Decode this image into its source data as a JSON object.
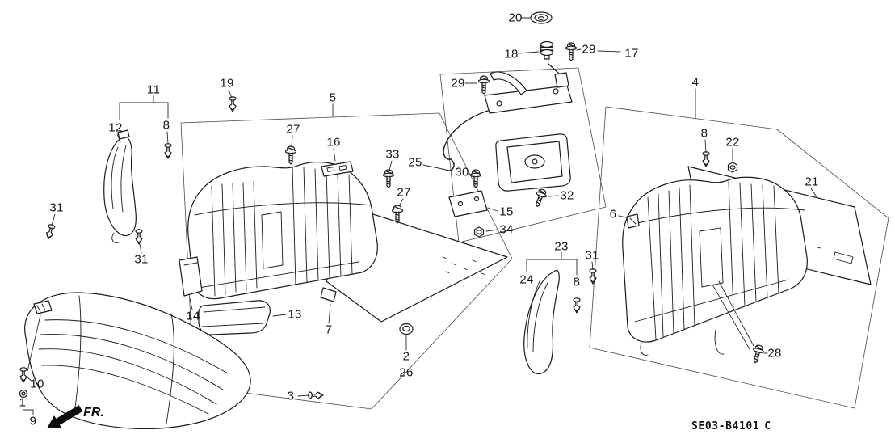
{
  "diagram": {
    "code": "SE03-B4101",
    "code_suffix": "C",
    "fr_label": "FR.",
    "callouts": {
      "c1": "1",
      "c2": "2",
      "c3": "3",
      "c4": "4",
      "c5": "5",
      "c6": "6",
      "c7": "7",
      "c8a": "8",
      "c8b": "8",
      "c8c": "8",
      "c9": "9",
      "c10": "10",
      "c11": "11",
      "c12": "12",
      "c13": "13",
      "c14": "14",
      "c15": "15",
      "c16": "16",
      "c17": "17",
      "c18": "18",
      "c19": "19",
      "c20": "20",
      "c21": "21",
      "c22": "22",
      "c23": "23",
      "c24": "24",
      "c25": "25",
      "c26": "26",
      "c27a": "27",
      "c27b": "27",
      "c28": "28",
      "c29a": "29",
      "c29b": "29",
      "c30": "30",
      "c31a": "31",
      "c31b": "31",
      "c31c": "31",
      "c32": "32",
      "c33": "33",
      "c34": "34"
    },
    "icons": {
      "grommet": "grommet-icon",
      "screw": "screw-icon",
      "clip": "push-clip-icon",
      "nut": "nut-icon",
      "lock": "lock-cylinder-icon",
      "plug": "plug-grommet-icon",
      "ring": "ring-clip-icon"
    },
    "line_color": "#1b1b1b"
  }
}
